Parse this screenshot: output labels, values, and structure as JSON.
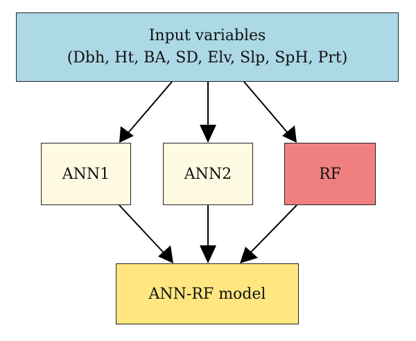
{
  "nodes": {
    "input": {
      "line1": "Input variables",
      "line2": "(Dbh, Ht, BA, SD, Elv, Slp, SpH, Prt)",
      "fill": "#add8e6"
    },
    "ann1": {
      "label": "ANN1",
      "fill": "#fffbe2"
    },
    "ann2": {
      "label": "ANN2",
      "fill": "#fffbe2"
    },
    "rf": {
      "label": "RF",
      "fill": "#f08080"
    },
    "model": {
      "label": "ANN-RF model",
      "fill": "#ffe680"
    }
  },
  "edges": [
    {
      "from": "input",
      "to": "ann1"
    },
    {
      "from": "input",
      "to": "ann2"
    },
    {
      "from": "input",
      "to": "rf"
    },
    {
      "from": "ann1",
      "to": "model"
    },
    {
      "from": "ann2",
      "to": "model"
    },
    {
      "from": "rf",
      "to": "model"
    }
  ],
  "colors": {
    "stroke": "#222222",
    "text": "#111111"
  }
}
